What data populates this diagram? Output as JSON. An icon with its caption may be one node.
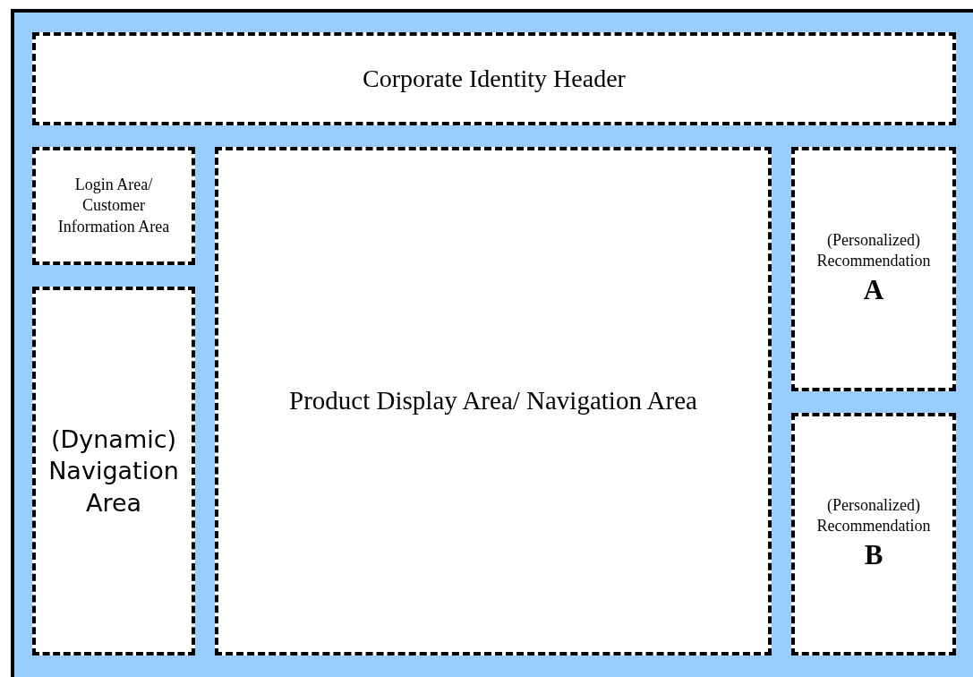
{
  "diagram": {
    "nodes": [
      {
        "text": [
          "Corporate Identity Header"
        ]
      },
      {
        "text": [
          "Login Area/ Customer Information Area"
        ]
      },
      {
        "text": [
          "Product Display Area/ Navigation Area"
        ]
      },
      {
        "text": [
          "(Personalized) Recommendation",
          "A"
        ]
      },
      {
        "text": [
          "(Dynamic) Navigation Area"
        ]
      },
      {
        "text": [
          "(Personalized) Recommendation",
          "B"
        ]
      }
    ]
  }
}
